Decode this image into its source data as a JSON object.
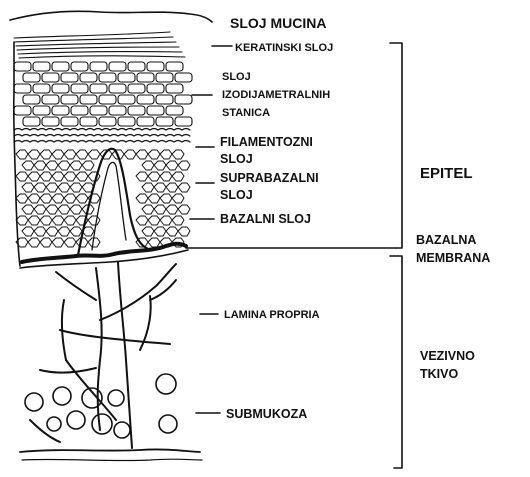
{
  "labels": {
    "sloj_mucina": "SLOJ MUCINA",
    "keratinski_sloj": "KERATINSKI SLOJ",
    "izodijametralnih_1": "SLOJ",
    "izodijametralnih_2": "IZODIJAMETRALNIH",
    "izodijametralnih_3": "STANICA",
    "filamentozni_1": "FILAMENTOZNI",
    "filamentozni_2": "SLOJ",
    "suprabazalni_1": "SUPRABAZALNI",
    "suprabazalni_2": "SLOJ",
    "bazalni_sloj": "BAZALNI SLOJ",
    "epitel": "EPITEL",
    "bazalna_1": "BAZALNA",
    "bazalna_2": "MEMBRANA",
    "lamina_propria": "LAMINA PROPRIA",
    "vezivno_1": "VEZIVNO",
    "vezivno_2": "TKIVO",
    "submukoza": "SUBMUKOZA"
  },
  "colors": {
    "ink": "#111111",
    "background": "#ffffff"
  }
}
